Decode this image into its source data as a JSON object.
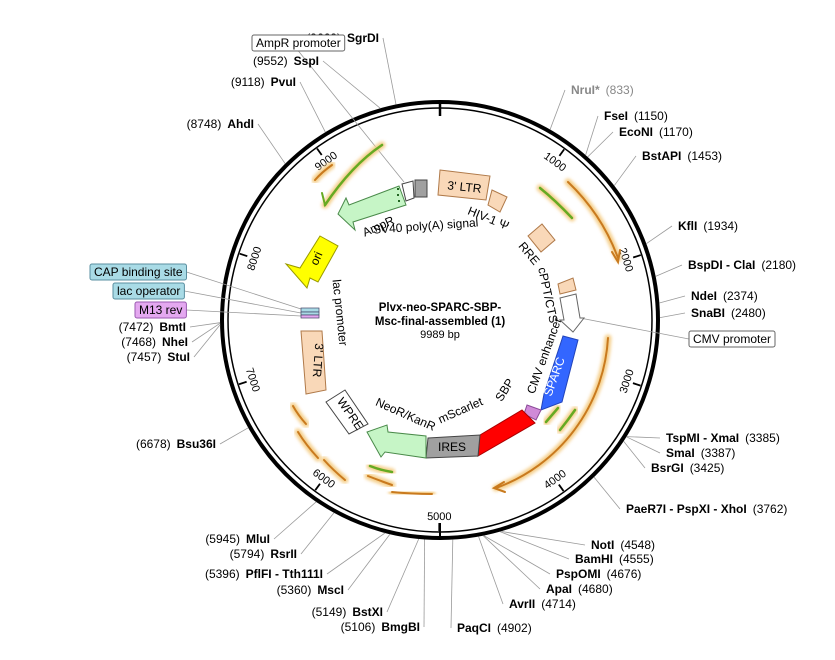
{
  "plasmid": {
    "name_line1": "Plvx-neo-SPARC-SBP-",
    "name_line2": "Msc-final-assembled (1)",
    "length_label": "9989 bp",
    "length_bp": 9989
  },
  "ticks": [
    "1000",
    "2000",
    "3000",
    "4000",
    "5000",
    "6000",
    "7000",
    "8000",
    "9000"
  ],
  "boxed_labels": [
    {
      "text": "AmpR promoter",
      "bg": "#ffffff",
      "border": "#666666"
    },
    {
      "text": "CMV promoter",
      "bg": "#ffffff",
      "border": "#666666"
    },
    {
      "text": "CAP binding site",
      "bg": "#a9dbe6",
      "border": "#5a8fa0"
    },
    {
      "text": "lac operator",
      "bg": "#a9dbe6",
      "border": "#5a8fa0"
    },
    {
      "text": "M13 rev",
      "bg": "#e4a8f0",
      "border": "#9a5ab0"
    }
  ],
  "enzyme_sites": [
    {
      "name": "SgrDI",
      "pos": "(9669)",
      "muted": false
    },
    {
      "name": "SspI",
      "pos": "(9552)",
      "muted": false
    },
    {
      "name": "PvuI",
      "pos": "(9118)",
      "muted": false
    },
    {
      "name": "AhdI",
      "pos": "(8748)",
      "muted": false
    },
    {
      "name": "NruI*",
      "pos": "(833)",
      "muted": true
    },
    {
      "name": "FseI",
      "pos": "(1150)",
      "muted": false
    },
    {
      "name": "EcoNI",
      "pos": "(1170)",
      "muted": false
    },
    {
      "name": "BstAPI",
      "pos": "(1453)",
      "muted": false
    },
    {
      "name": "KflI",
      "pos": "(1934)",
      "muted": false
    },
    {
      "name": "BspDI - ClaI",
      "pos": "(2180)",
      "muted": false
    },
    {
      "name": "NdeI",
      "pos": "(2374)",
      "muted": false
    },
    {
      "name": "SnaBI",
      "pos": "(2480)",
      "muted": false
    },
    {
      "name": "TspMI - XmaI",
      "pos": "(3385)",
      "muted": false
    },
    {
      "name": "SmaI",
      "pos": "(3387)",
      "muted": false
    },
    {
      "name": "BsrGI",
      "pos": "(3425)",
      "muted": false
    },
    {
      "name": "PaeR7I - PspXI - XhoI",
      "pos": "(3762)",
      "muted": false
    },
    {
      "name": "NotI",
      "pos": "(4548)",
      "muted": false
    },
    {
      "name": "BamHI",
      "pos": "(4555)",
      "muted": false
    },
    {
      "name": "PspOMI",
      "pos": "(4676)",
      "muted": false
    },
    {
      "name": "ApaI",
      "pos": "(4680)",
      "muted": false
    },
    {
      "name": "AvrII",
      "pos": "(4714)",
      "muted": false
    },
    {
      "name": "PaqCI",
      "pos": "(4902)",
      "muted": false
    },
    {
      "name": "BmgBI",
      "pos": "(5106)",
      "muted": false
    },
    {
      "name": "BstXI",
      "pos": "(5149)",
      "muted": false
    },
    {
      "name": "MscI",
      "pos": "(5360)",
      "muted": false
    },
    {
      "name": "PflFI - Tth111I",
      "pos": "(5396)",
      "muted": false
    },
    {
      "name": "RsrII",
      "pos": "(5794)",
      "muted": false
    },
    {
      "name": "MluI",
      "pos": "(5945)",
      "muted": false
    },
    {
      "name": "Bsu36I",
      "pos": "(6678)",
      "muted": false
    },
    {
      "name": "StuI",
      "pos": "(7457)",
      "muted": false
    },
    {
      "name": "NheI",
      "pos": "(7468)",
      "muted": false
    },
    {
      "name": "BmtI",
      "pos": "(7472)",
      "muted": false
    }
  ],
  "features": {
    "ltr3_top": "3' LTR",
    "hiv_psi": "HIV-1 Ψ",
    "rre": "RRE",
    "cppt": "cPPT/CTS",
    "cmv_enhancer": "CMV enhancer",
    "sparc": "SPARC",
    "sbp": "SBP",
    "mscarlet": "mScarlet",
    "ires": "IRES",
    "neor": "NeoR/KanR",
    "wpre": "WPRE",
    "ltr3_left": "3' LTR",
    "lac_promoter": "lac promoter",
    "ori": "ori",
    "ampr": "AmpR",
    "sv40": "SV40 poly(A) signal"
  },
  "colors": {
    "ltr": "#f9d8b8",
    "ltr_stroke": "#b07a4a",
    "rre": "#f9d8b8",
    "ampr": "#c6f5c6",
    "ori": "#ffff00",
    "sparc": "#3366ff",
    "sbp": "#d08ad8",
    "mscarlet": "#ff0000",
    "ires": "#a0a0a0",
    "neor": "#c6f5c6",
    "wpre": "#ffffff",
    "sv40": "#a0a0a0",
    "orf": "#66aa22",
    "orf_glow": "#f5cf8a",
    "orange_arrow": "#c97a1e"
  }
}
